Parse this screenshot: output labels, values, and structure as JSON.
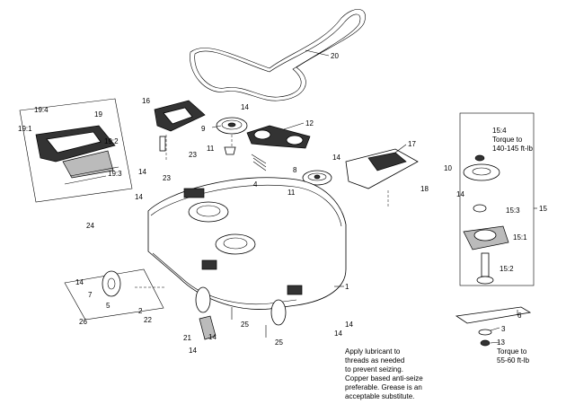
{
  "callouts": {
    "c1": "1",
    "c2": "2",
    "c3": "3",
    "c4": "4",
    "c5": "5",
    "c6": "6",
    "c7": "7",
    "c8": "8",
    "c9": "9",
    "c10": "10",
    "c11a": "11",
    "c11b": "11",
    "c12": "12",
    "c13": "13",
    "c14a": "14",
    "c14b": "14",
    "c14c": "14",
    "c14d": "14",
    "c14e": "14",
    "c14f": "14",
    "c14g": "14",
    "c14h": "14",
    "c14i": "14",
    "c14j": "14",
    "c15": "15",
    "c15_1": "15:1",
    "c15_2": "15:2",
    "c15_3": "15:3",
    "c15_4": "15:4",
    "c16": "16",
    "c17": "17",
    "c18": "18",
    "c19": "19",
    "c19_1": "19:1",
    "c19_2": "19:2",
    "c19_3": "19:3",
    "c19_4": "19:4",
    "c20": "20",
    "c21": "21",
    "c22": "22",
    "c23a": "23",
    "c23b": "23",
    "c24": "24",
    "c25a": "25",
    "c25b": "25",
    "c26": "26"
  },
  "notes": {
    "torque_upper": [
      "Torque to",
      "140-145 ft-lb"
    ],
    "torque_lower": [
      "Torque to",
      "55-60 ft-lb"
    ],
    "lubricant": [
      "Apply lubricant to",
      "threads as needed",
      "to prevent seizing.",
      "Copper based anti-seize",
      "preferable. Grease is an",
      "acceptable substitute."
    ]
  }
}
